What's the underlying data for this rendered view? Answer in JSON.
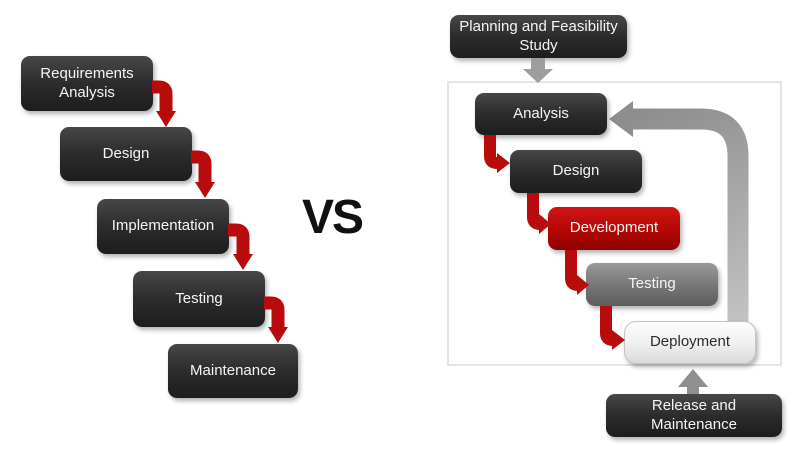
{
  "vs_label": "VS",
  "waterfall_model": {
    "steps": [
      {
        "label": "Requirements Analysis"
      },
      {
        "label": "Design"
      },
      {
        "label": "Implementation"
      },
      {
        "label": "Testing"
      },
      {
        "label": "Maintenance"
      }
    ]
  },
  "iterative_model": {
    "pre_step": "Planning and Feasibility Study",
    "steps": [
      {
        "label": "Analysis"
      },
      {
        "label": "Design"
      },
      {
        "label": "Development"
      },
      {
        "label": "Testing"
      },
      {
        "label": "Deployment"
      }
    ],
    "post_step": "Release and Maintenance"
  },
  "colors": {
    "dark_box": "#2c2c2c",
    "red_box": "#b30707",
    "gray_box": "#787878",
    "light_box": "#efefef",
    "red_arrow": "#b80b0b",
    "gray_arrow": "#9a9a9a",
    "panel_border": "#e4e4e4",
    "text_light": "#f5f5f5",
    "text_dark": "#2b2b2b"
  }
}
